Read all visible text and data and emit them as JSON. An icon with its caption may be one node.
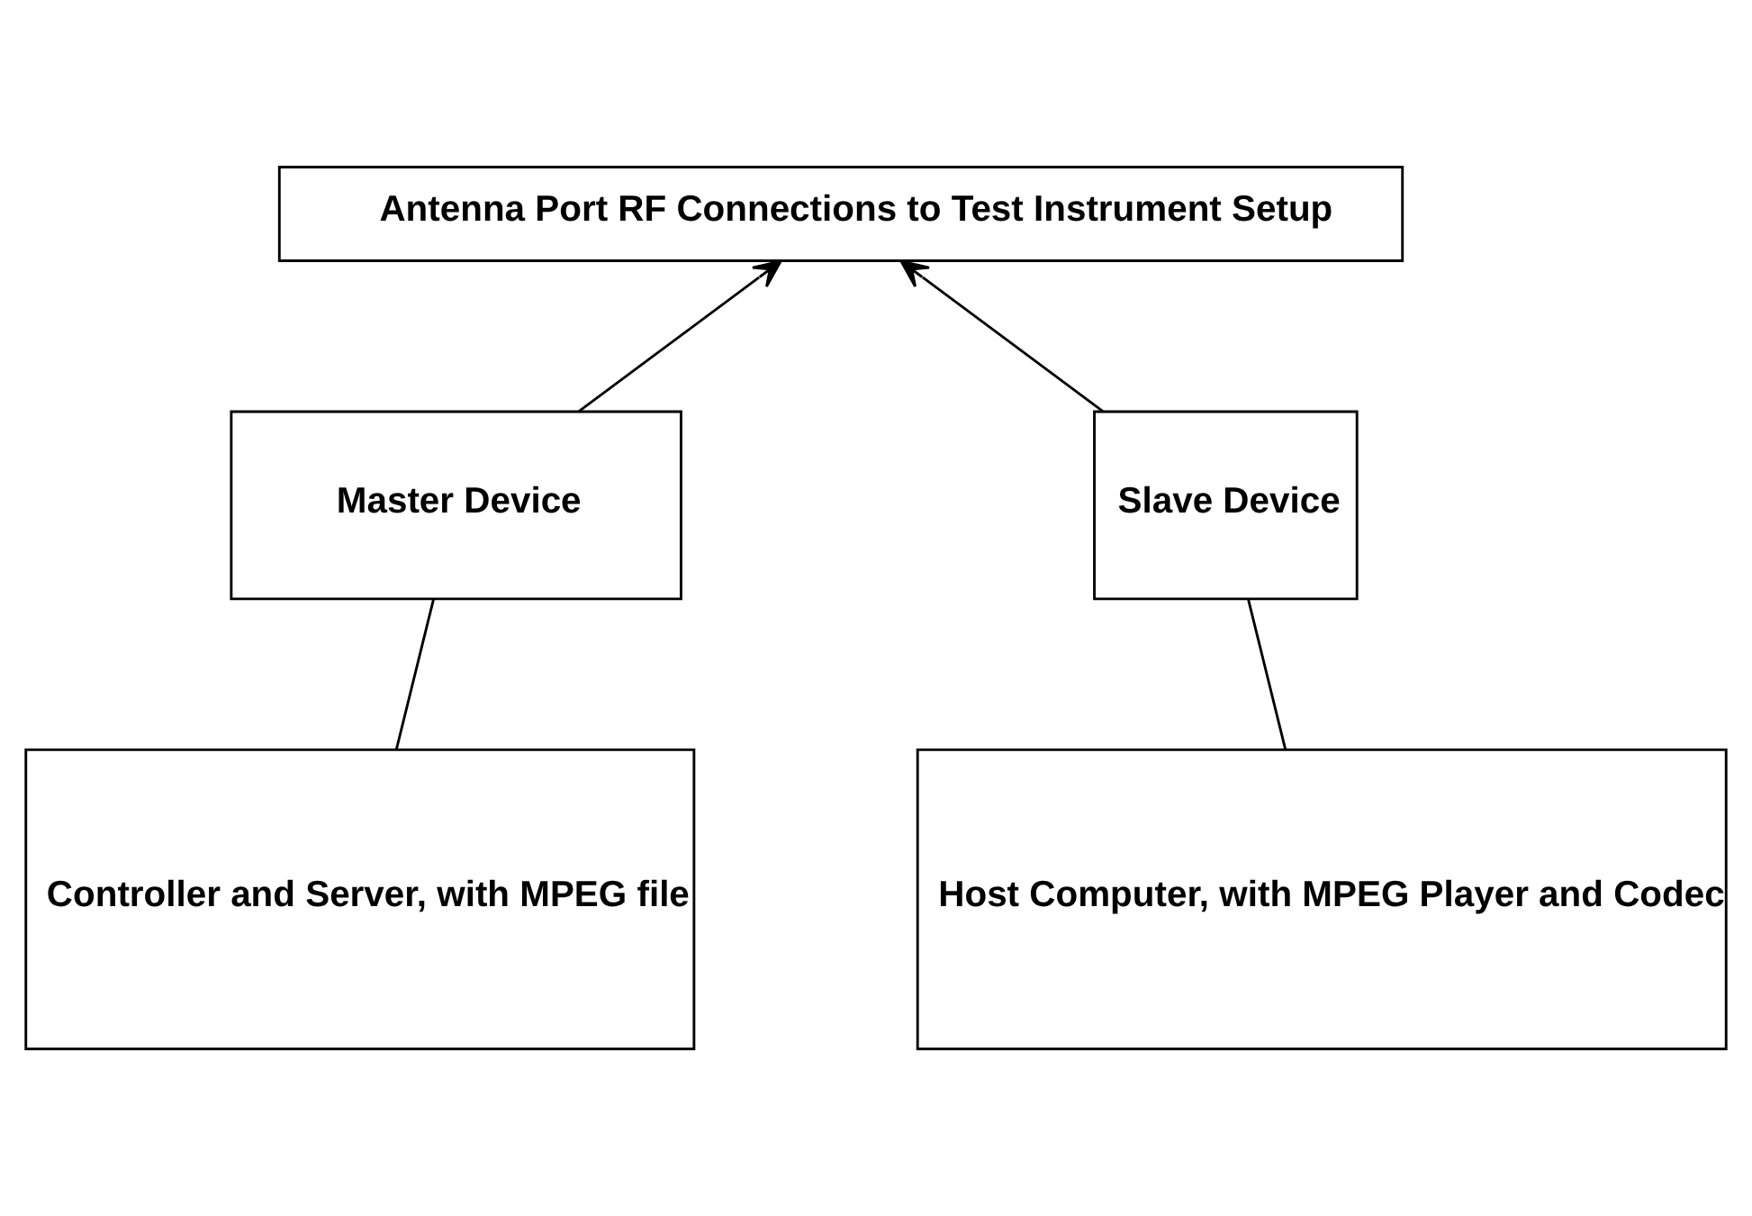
{
  "diagram": {
    "nodes": [
      {
        "text": [
          "Antenna Port RF Connections to Test Instrument Setup"
        ]
      },
      {
        "text": [
          "Master Device"
        ]
      },
      {
        "text": [
          "Slave Device"
        ]
      },
      {
        "text": [
          "Controller and Server, with MPEG file"
        ]
      },
      {
        "text": [
          "Host Computer, with MPEG Player and Codec"
        ]
      }
    ],
    "edges": [
      {
        "from": 1,
        "to": 0,
        "arrow": "to"
      },
      {
        "from": 2,
        "to": 0,
        "arrow": "to"
      },
      {
        "from": 3,
        "to": 1,
        "arrow": "none"
      },
      {
        "from": 4,
        "to": 2,
        "arrow": "none"
      }
    ]
  }
}
